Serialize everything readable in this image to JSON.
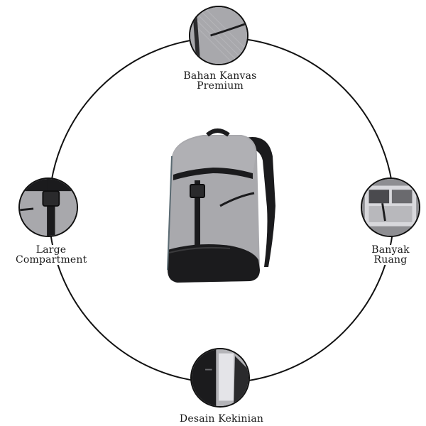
{
  "features": {
    "top": {
      "caption": "Bahan Kanvas Premium",
      "icon": "canvas-fabric-closeup"
    },
    "left": {
      "caption_line1": "Large",
      "caption_line2": "Compartment",
      "icon": "buckle-closeup"
    },
    "right": {
      "caption_line1": "Banyak",
      "caption_line2": "Ruang",
      "icon": "interior-pockets-closeup"
    },
    "bottom": {
      "caption": "Desain Kekinian",
      "icon": "side-pocket-closeup"
    }
  },
  "colors": {
    "fabric": "#a9a9ad",
    "trim": "#1b1b1d",
    "ring": "#111111"
  }
}
